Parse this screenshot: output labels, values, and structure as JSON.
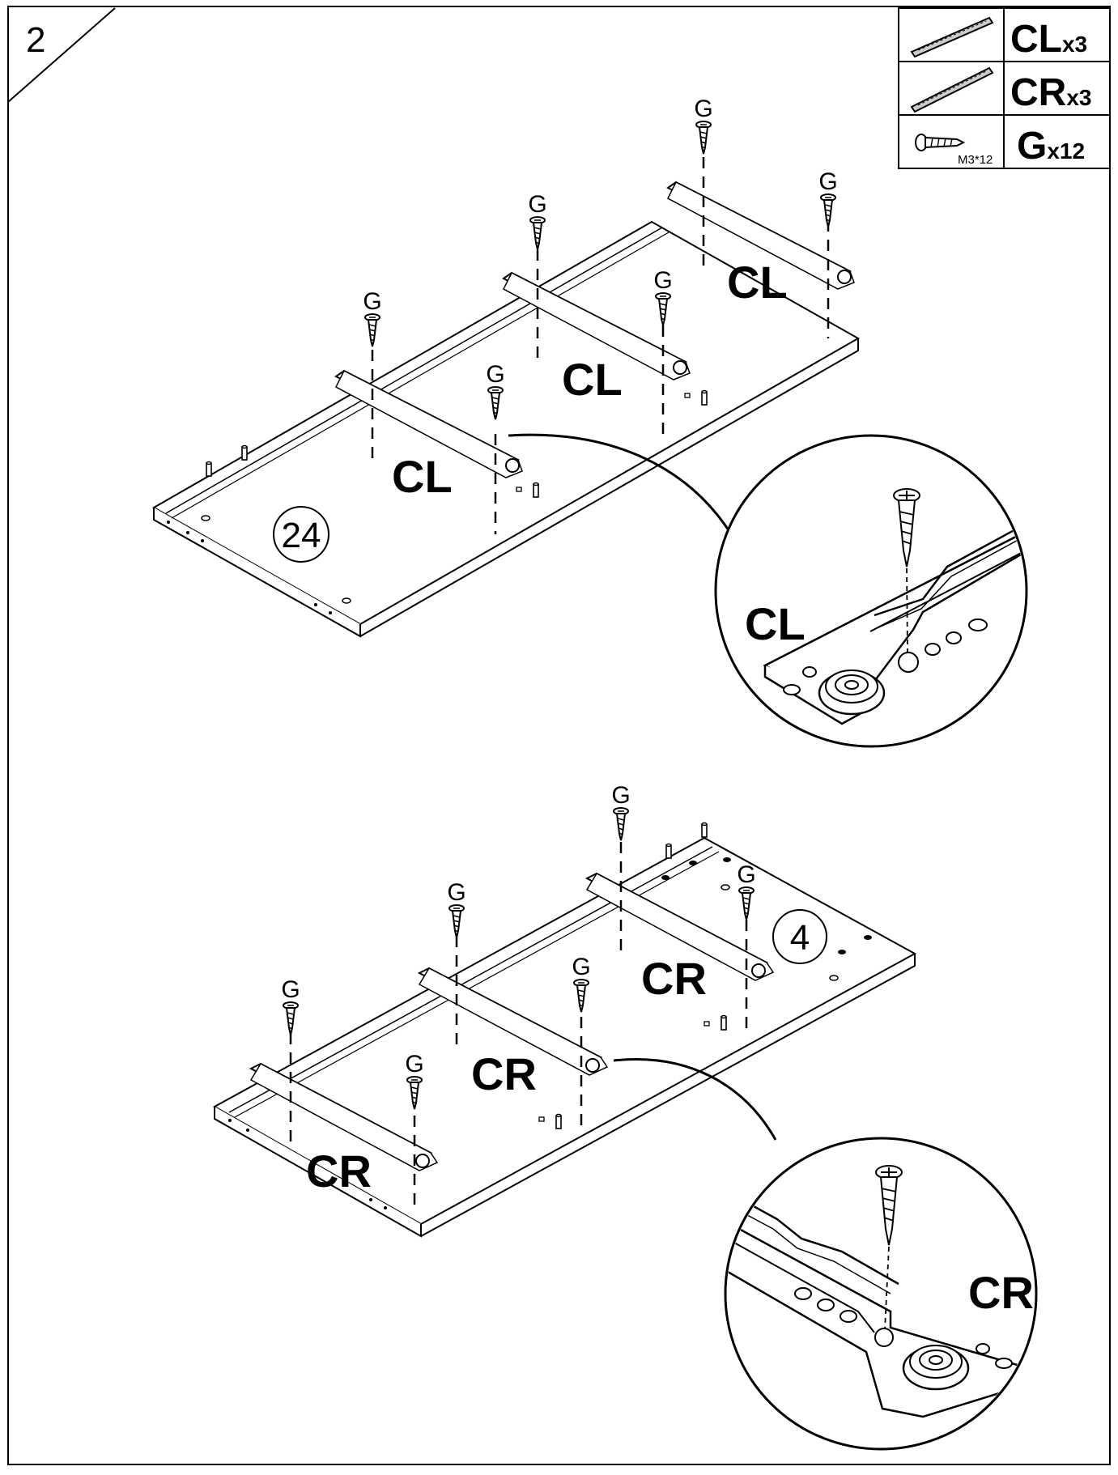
{
  "step_number": "2",
  "parts_table": [
    {
      "code": "CL",
      "qty": "x3",
      "icon": "slide-rail-icon"
    },
    {
      "code": "CR",
      "qty": "x3",
      "icon": "slide-rail-icon"
    },
    {
      "code": "G",
      "qty": "x12",
      "icon": "screw-icon",
      "size": "M3*12"
    }
  ],
  "screw_label": "G",
  "top_assembly": {
    "panel_number": "24",
    "rail_label": "CL",
    "detail_label": "CL"
  },
  "bottom_assembly": {
    "panel_number": "4",
    "rail_label": "CR",
    "detail_label": "CR"
  }
}
